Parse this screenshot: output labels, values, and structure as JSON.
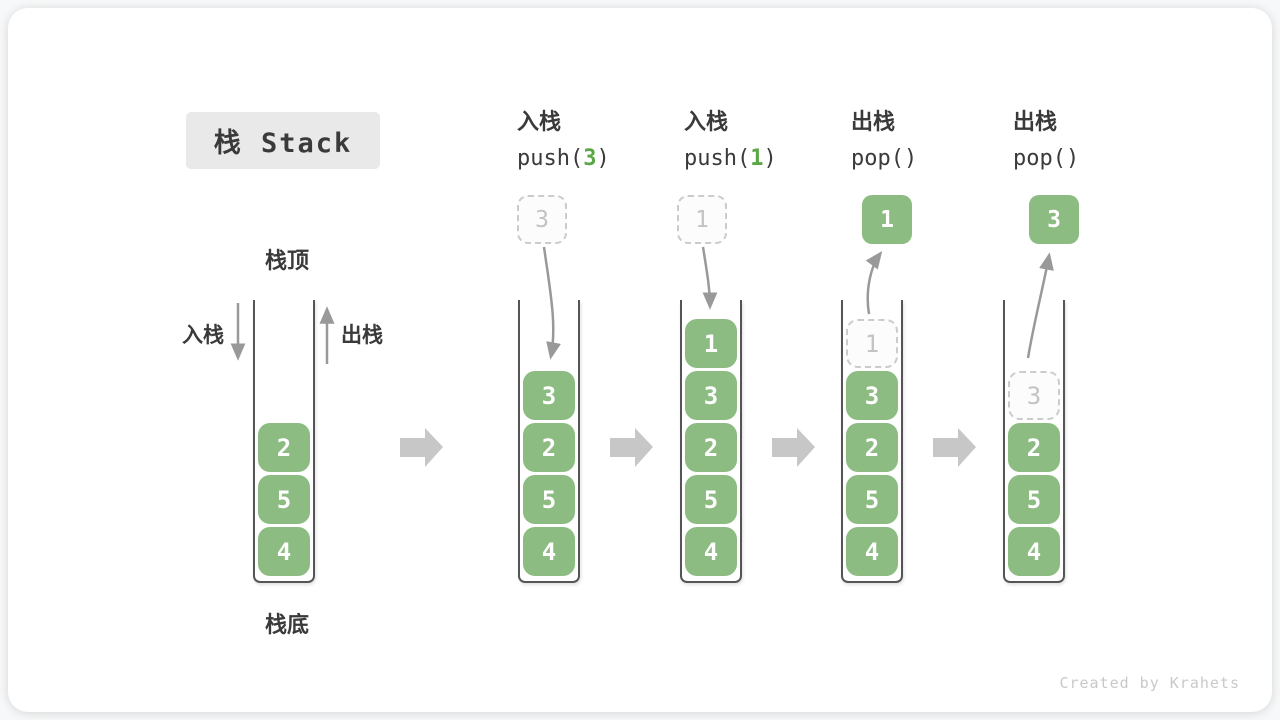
{
  "title": "栈 Stack",
  "watermark": "Created by Krahets",
  "labels": {
    "stack_top": "栈顶",
    "stack_bottom": "栈底",
    "push": "入栈",
    "pop": "出栈"
  },
  "colors": {
    "block_green": "#8cbc82",
    "code_arg_green": "#5ba746",
    "text_dark": "#3a3a3a",
    "flow_arrow_gray": "#999999",
    "transition_arrow_gray": "#c7c7c7",
    "ghost_border_gray": "#cbcbcb",
    "badge_bg": "#e9e9e9"
  },
  "base_stack": {
    "blocks": [
      "2",
      "5",
      "4"
    ]
  },
  "steps": [
    {
      "op_label": "入栈",
      "code_pre": "push(",
      "code_arg": "3",
      "code_post": ")",
      "float_box": {
        "value": "3",
        "style": "ghost"
      },
      "blocks": [
        {
          "v": "3"
        },
        {
          "v": "2"
        },
        {
          "v": "5"
        },
        {
          "v": "4"
        }
      ]
    },
    {
      "op_label": "入栈",
      "code_pre": "push(",
      "code_arg": "1",
      "code_post": ")",
      "float_box": {
        "value": "1",
        "style": "ghost"
      },
      "blocks": [
        {
          "v": "1"
        },
        {
          "v": "3"
        },
        {
          "v": "2"
        },
        {
          "v": "5"
        },
        {
          "v": "4"
        }
      ]
    },
    {
      "op_label": "出栈",
      "code_pre": "pop()",
      "code_arg": "",
      "code_post": "",
      "float_box": {
        "value": "1",
        "style": "solid"
      },
      "blocks": [
        {
          "v": "1",
          "ghost": true
        },
        {
          "v": "3"
        },
        {
          "v": "2"
        },
        {
          "v": "5"
        },
        {
          "v": "4"
        }
      ]
    },
    {
      "op_label": "出栈",
      "code_pre": "pop()",
      "code_arg": "",
      "code_post": "",
      "float_box": {
        "value": "3",
        "style": "solid"
      },
      "blocks": [
        {
          "v": "3",
          "ghost": true
        },
        {
          "v": "2"
        },
        {
          "v": "5"
        },
        {
          "v": "4"
        }
      ]
    }
  ]
}
